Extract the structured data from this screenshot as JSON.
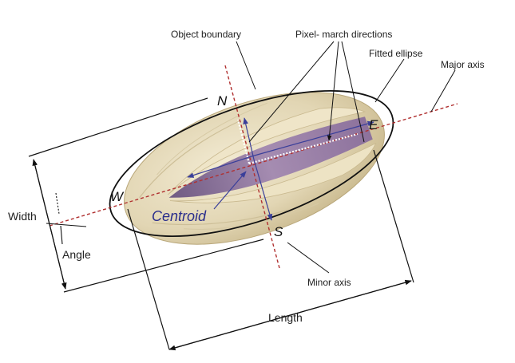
{
  "labels": {
    "object_boundary": "Object boundary",
    "pixel_march": "Pixel- march directions",
    "fitted_ellipse": "Fitted ellipse",
    "major_axis": "Major axis",
    "minor_axis": "Minor axis",
    "width": "Width",
    "angle": "Angle",
    "length": "Length",
    "centroid": "Centroid"
  },
  "compass": {
    "north": "N",
    "east": "E",
    "south": "S",
    "west": "W"
  },
  "colors": {
    "axis_line": "#b03030",
    "centroid_text": "#2a2e8c",
    "march_arrow": "#3a3f9a",
    "shell": "#e6dcc0",
    "shell_shadow": "#c9b98f",
    "kernel": "#9a7fa6",
    "outline": "#111111"
  },
  "icons": {
    "pistachio": "pistachio-nut-illustration"
  }
}
